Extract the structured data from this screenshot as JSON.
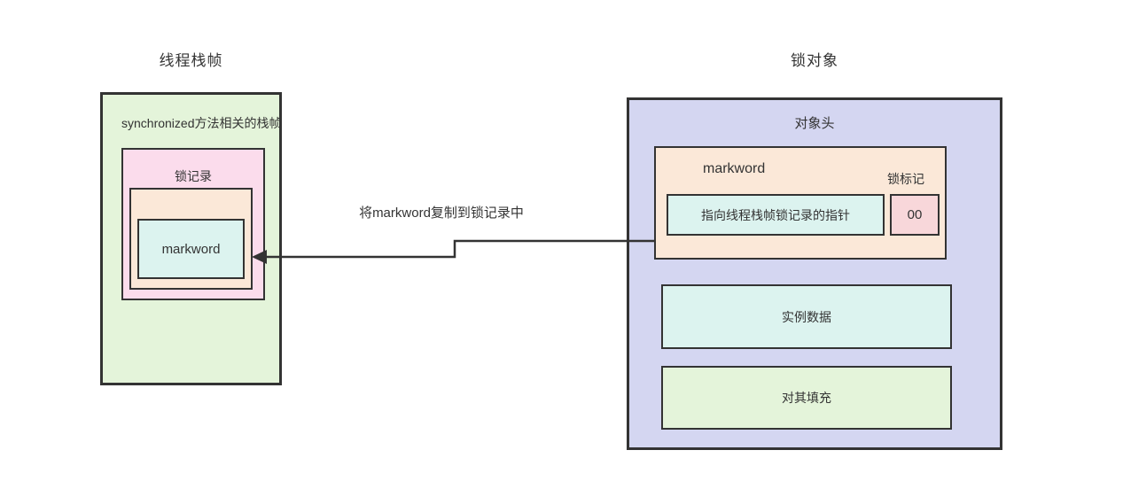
{
  "diagram": {
    "left": {
      "title": "线程栈帧",
      "frame_label": "synchronized方法相关的栈帧",
      "lock_record_label": "锁记录",
      "markword_label": "markword"
    },
    "right": {
      "title": "锁对象",
      "object_header_label": "对象头",
      "markword_label": "markword",
      "lock_flag_label": "锁标记",
      "pointer_label": "指向线程栈帧锁记录的指针",
      "lock_flag_value": "00",
      "instance_data_label": "实例数据",
      "padding_label": "对其填充"
    },
    "arrow": {
      "label": "将markword复制到锁记录中"
    },
    "colors": {
      "stroke": "#333333",
      "green": "#e4f4da",
      "pink": "#fbdcec",
      "orange": "#fbe8d8",
      "teal": "#dcf3ef",
      "lavender": "#d4d6f1",
      "rose": "#f8d7da",
      "text": "#333333"
    }
  }
}
